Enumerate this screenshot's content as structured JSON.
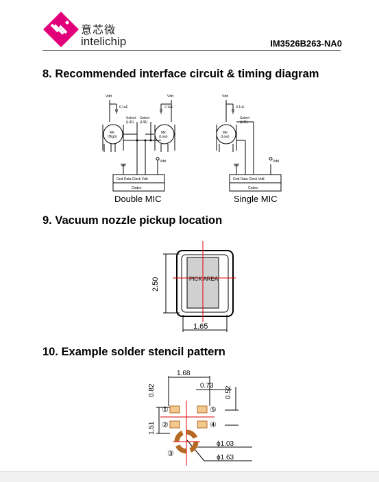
{
  "header": {
    "brand_cn": "意芯微",
    "brand_en": "intelichip",
    "part_number": "IM3526B263-NA0"
  },
  "sections": [
    {
      "title": "8. Recommended interface circuit & timing diagram"
    },
    {
      "title": "9. Vacuum nozzle pickup location"
    },
    {
      "title": "10. Example solder stencil pattern"
    }
  ],
  "circuit": {
    "double_caption": "Double MIC",
    "single_caption": "Single MIC",
    "vdd": "Vdd",
    "cap": "0.1uF",
    "select_line1": "Select",
    "select_line2": "(L/R)",
    "mic_high_1": "Mic",
    "mic_high_2": "(High)",
    "mic_low_1": "Mic",
    "mic_low_2": "(Low)",
    "codec_pins": "Gnd  Data  Clock  Vdd",
    "codec": "Codec",
    "vdd_pin": "Vdd"
  },
  "pickup": {
    "label": "PICK AREA",
    "height_dim": "2.50",
    "width_dim": "1.65"
  },
  "stencil": {
    "dim_top": "1.68",
    "dim_pad_w": "0.73",
    "dim_left_top": "0.82",
    "dim_right": "0.52",
    "dim_left": "1.51",
    "dim_ring_inner": "ϕ1.03",
    "dim_ring_outer": "ϕ1.63",
    "pad_labels": [
      "①",
      "②",
      "③",
      "④",
      "⑤"
    ]
  }
}
